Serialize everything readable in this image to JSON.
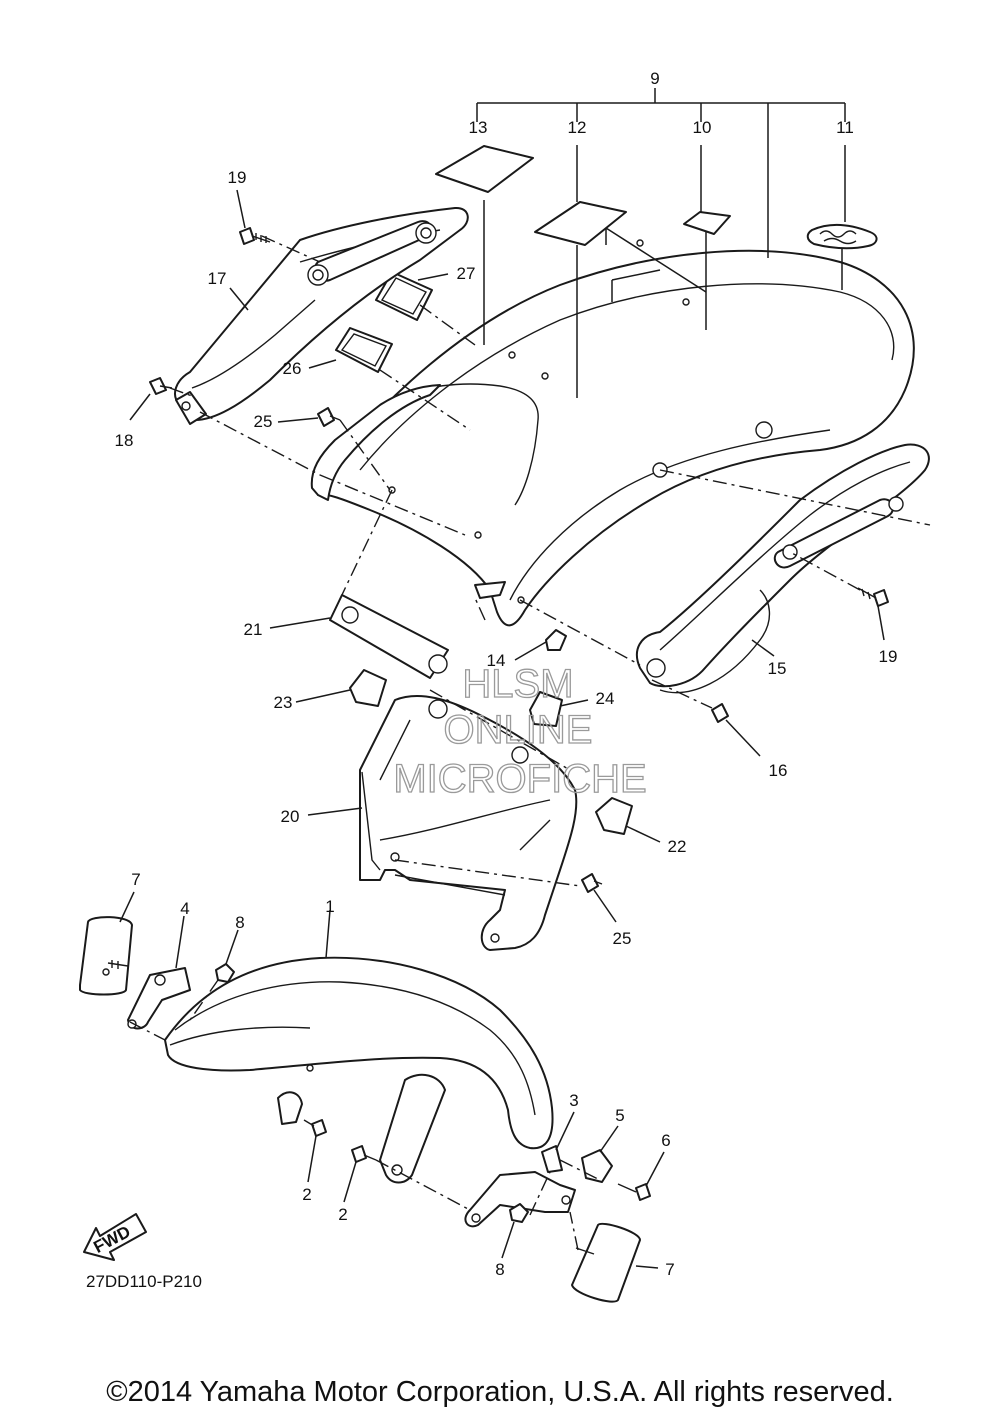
{
  "diagram": {
    "drawing_code": "27DD110-P210",
    "fwd_label": "FWD",
    "watermark": [
      "HLSM",
      "ONLINE",
      "MICROFICHE"
    ],
    "copyright": "©2014 Yamaha Motor Corporation, U.S.A. All rights reserved.",
    "callouts": {
      "c1": "1",
      "c2a": "2",
      "c2b": "2",
      "c3": "3",
      "c4": "4",
      "c5": "5",
      "c6": "6",
      "c7a": "7",
      "c7b": "7",
      "c8a": "8",
      "c8b": "8",
      "c9": "9",
      "c10": "10",
      "c11": "11",
      "c12": "12",
      "c13": "13",
      "c14": "14",
      "c15": "15",
      "c16": "16",
      "c17": "17",
      "c18": "18",
      "c19a": "19",
      "c19b": "19",
      "c20": "20",
      "c21": "21",
      "c22": "22",
      "c23": "23",
      "c24": "24",
      "c25a": "25",
      "c25b": "25",
      "c26": "26",
      "c27": "27"
    }
  }
}
